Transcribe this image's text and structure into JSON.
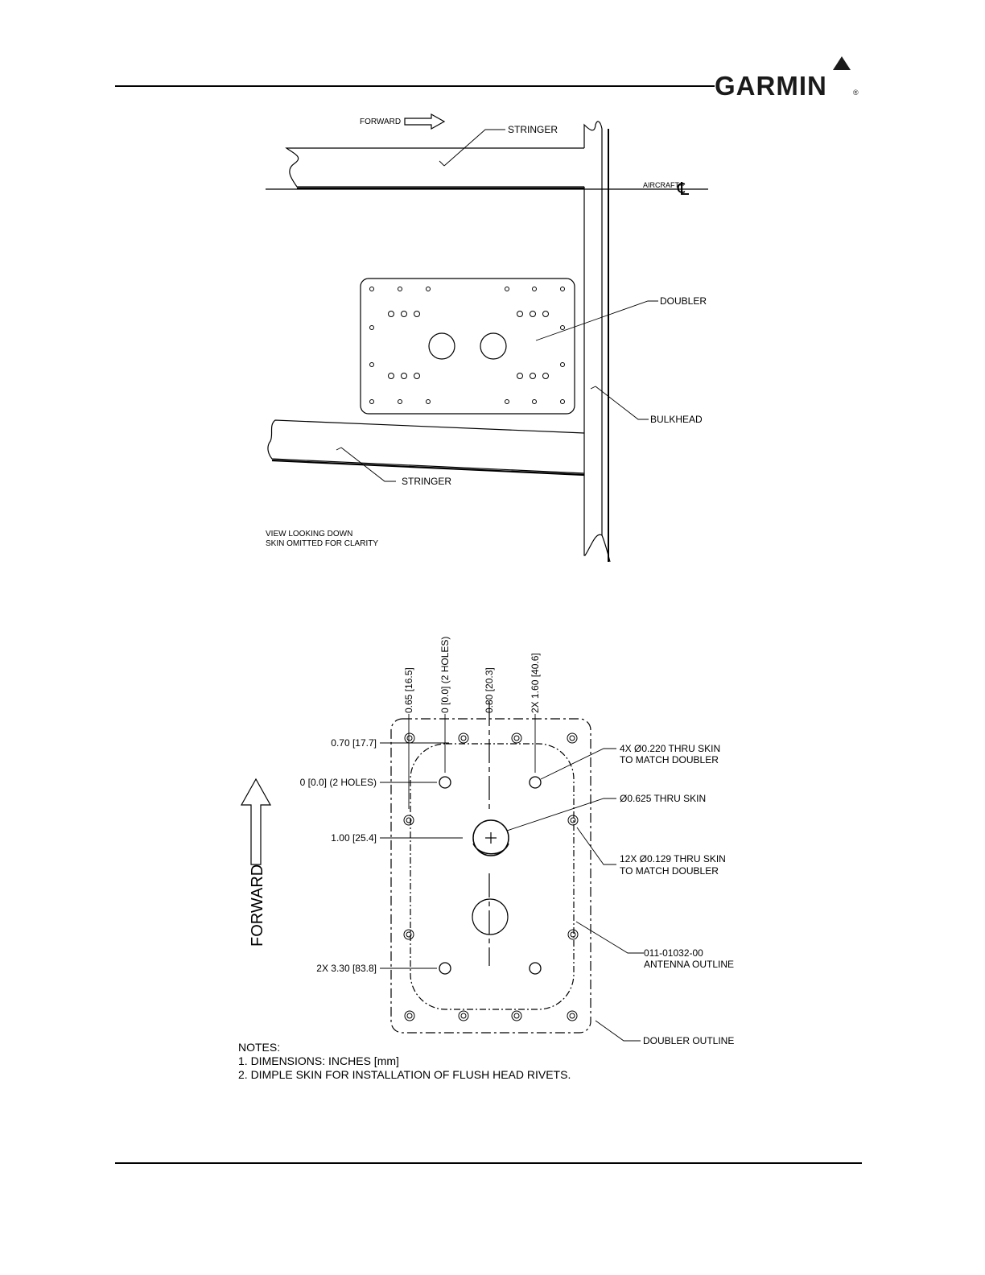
{
  "header": {
    "brand": "GARMIN",
    "registered": "®"
  },
  "top_view": {
    "forward": "FORWARD",
    "stringer_top": "STRINGER",
    "aircraft": "AIRCRAFT",
    "centerline": "℄",
    "doubler": "DOUBLER",
    "bulkhead": "BULKHEAD",
    "stringer_bottom": "STRINGER",
    "view_note_1": "VIEW LOOKING DOWN",
    "view_note_2": "SKIN OMITTED FOR CLARITY"
  },
  "bottom_view": {
    "forward": "FORWARD",
    "vertical_dims": [
      "0.65 [16.5]",
      "0 [0.0] (2 HOLES)",
      "0.80 [20.3]",
      "2X 1.60 [40.6]"
    ],
    "horizontal_dims": [
      "0.70 [17.7]",
      "0 [0.0] (2 HOLES)",
      "1.00 [25.4]",
      "2X 3.30 [83.8]"
    ],
    "callout_4x_1": "4X Ø0.220 THRU SKIN",
    "callout_4x_2": "TO MATCH DOUBLER",
    "callout_center": "Ø0.625 THRU SKIN",
    "callout_12x_1": "12X Ø0.129 THRU SKIN",
    "callout_12x_2": "TO MATCH DOUBLER",
    "antenna_1": "011-01032-00",
    "antenna_2": "ANTENNA OUTLINE",
    "doubler_outline": "DOUBLER OUTLINE"
  },
  "notes": {
    "heading": "NOTES:",
    "items": [
      "1. DIMENSIONS: INCHES [mm]",
      "2. DIMPLE SKIN FOR INSTALLATION OF FLUSH HEAD RIVETS."
    ]
  }
}
